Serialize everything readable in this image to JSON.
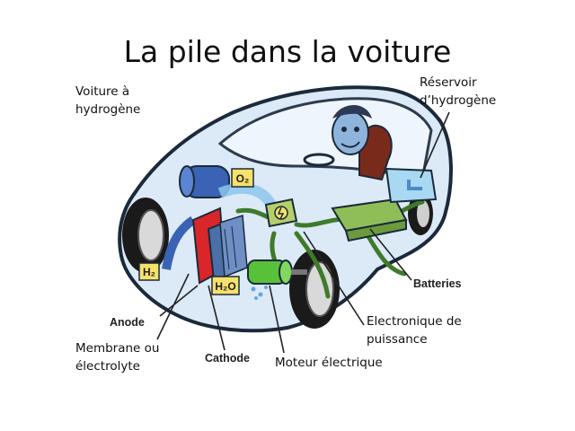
{
  "slide": {
    "title": "La pile dans la voiture"
  },
  "labels": {
    "hydrogen_car": [
      "Voiture à",
      "hydrogène"
    ],
    "hydrogen_tank": [
      "Réservoir",
      "d’hydrogène"
    ],
    "batteries": "Batteries",
    "anode": "Anode",
    "cathode": "Cathode",
    "membrane": [
      "Membrane ou",
      "électrolyte"
    ],
    "power_electronics": [
      "Electronique de",
      "puissance"
    ],
    "electric_motor": "Moteur électrique"
  },
  "symbols": {
    "o2": "O₂",
    "h2": "H₂",
    "h2o": "H₂O"
  },
  "colors": {
    "car_body": "#dce9f7",
    "car_outline": "#1b2a3a",
    "fuel_cell_red": "#d8262a",
    "fuel_cell_blue": "#3a63b5",
    "battery_green": "#8fbe58",
    "motor_green": "#58c13a",
    "tank_blue": "#a9d8f3",
    "tag_yellow": "#f6e16a"
  }
}
